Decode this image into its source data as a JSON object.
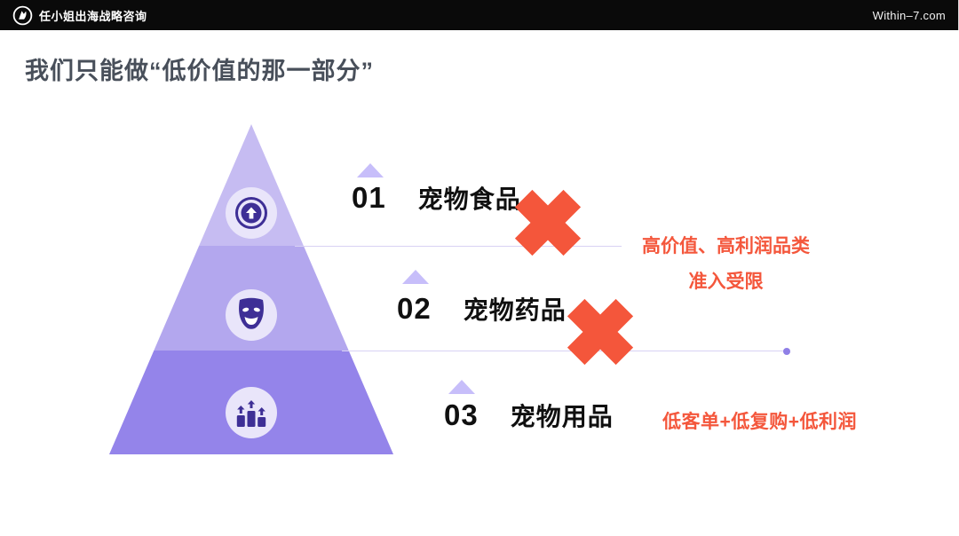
{
  "header": {
    "brand": "任小姐出海战略咨询",
    "site": "Within–7.com"
  },
  "slide": {
    "title": "我们只能做“低价值的那一部分”",
    "pyramid": {
      "tiers": [
        {
          "icon": "level-up-icon",
          "color": "#c6bcf2"
        },
        {
          "icon": "theater-mask-icon",
          "color": "#b3a7ee"
        },
        {
          "icon": "growth-bars-icon",
          "color": "#9484ea"
        }
      ],
      "icon_circle_color": "#e9e5fa",
      "icon_glyph_color": "#3e2f96"
    },
    "items": [
      {
        "number": "01",
        "label": "宠物食品",
        "rejected": true
      },
      {
        "number": "02",
        "label": "宠物药品",
        "rejected": true
      },
      {
        "number": "03",
        "label": "宠物用品",
        "rejected": false
      }
    ],
    "annotations": {
      "restricted_line1": "高价值、高利润品类",
      "restricted_line2": "准入受限",
      "low_value": "低客单+低复购+低利润"
    },
    "colors": {
      "accent_red": "#f4563b",
      "connector_line": "#d8d2f4",
      "line_end_dot": "#8f7fe6",
      "title_text": "#484f5a",
      "topbar_bg": "#0a0a0a"
    }
  }
}
